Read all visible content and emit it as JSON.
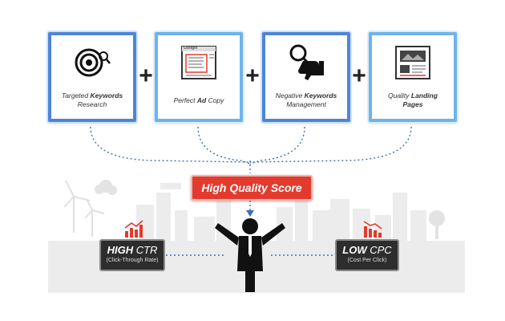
{
  "cards": [
    {
      "pre": "Targeted ",
      "bold": "Keywords",
      "post": "",
      "line2": "Research",
      "icon": "target-search-icon"
    },
    {
      "pre": "Perfect ",
      "bold": "Ad",
      "post": " Copy",
      "line2": "",
      "icon": "ad-page-icon"
    },
    {
      "pre": "Negative ",
      "bold": "Keywords",
      "post": "",
      "line2": "Management",
      "icon": "thumbs-down-magnifier-icon"
    },
    {
      "pre": "Quality ",
      "bold": "Landing",
      "post": "",
      "line2": "Pages",
      "icon": "landing-page-icon"
    }
  ],
  "ad_mock_text": "Google",
  "plus_symbol": "+",
  "score_label": "High Quality Score",
  "ctr": {
    "bold": "HIGH",
    "light": " CTR",
    "sub": "(Click-Through Rate)"
  },
  "cpc": {
    "bold": "LOW",
    "light": " CPC",
    "sub": "(Cost Per Click)"
  },
  "colors": {
    "card_border": "#4c86d6",
    "card_border_light": "#6fb3ea",
    "score_bg": "#e23b2e",
    "tag_bg": "#2d2d2d",
    "arrow_icon": "#e23b2e",
    "connector": "#3d6fb8"
  }
}
